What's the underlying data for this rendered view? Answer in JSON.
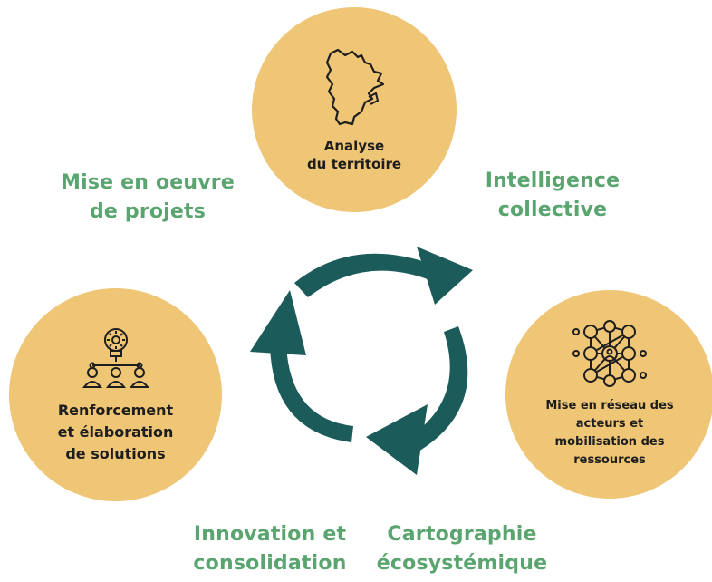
{
  "colors": {
    "circle_fill": "#efc576",
    "green_text": "#5aa56f",
    "arrow": "#1b5c5a",
    "text_dark": "#1e1e1e"
  },
  "nodes": {
    "top": {
      "label": "Analyse\ndu territoire",
      "icon": "quebec-map-icon"
    },
    "left": {
      "label": "Renforcement\net élaboration\nde solutions",
      "icon": "lightbulb-team-icon"
    },
    "right": {
      "label": "Mise en réseau des\nacteurs et\nmobilisation des\nressources",
      "icon": "network-people-icon"
    }
  },
  "outer_labels": {
    "mise_en_oeuvre": "Mise en oeuvre\nde projets",
    "intelligence": "Intelligence\ncollective",
    "innovation": "Innovation et\nconsolidation",
    "cartographie": "Cartographie\nécosystémique"
  },
  "cycle": {
    "arrows": 3,
    "direction": "clockwise",
    "icon": "cycle-arrows-icon"
  }
}
